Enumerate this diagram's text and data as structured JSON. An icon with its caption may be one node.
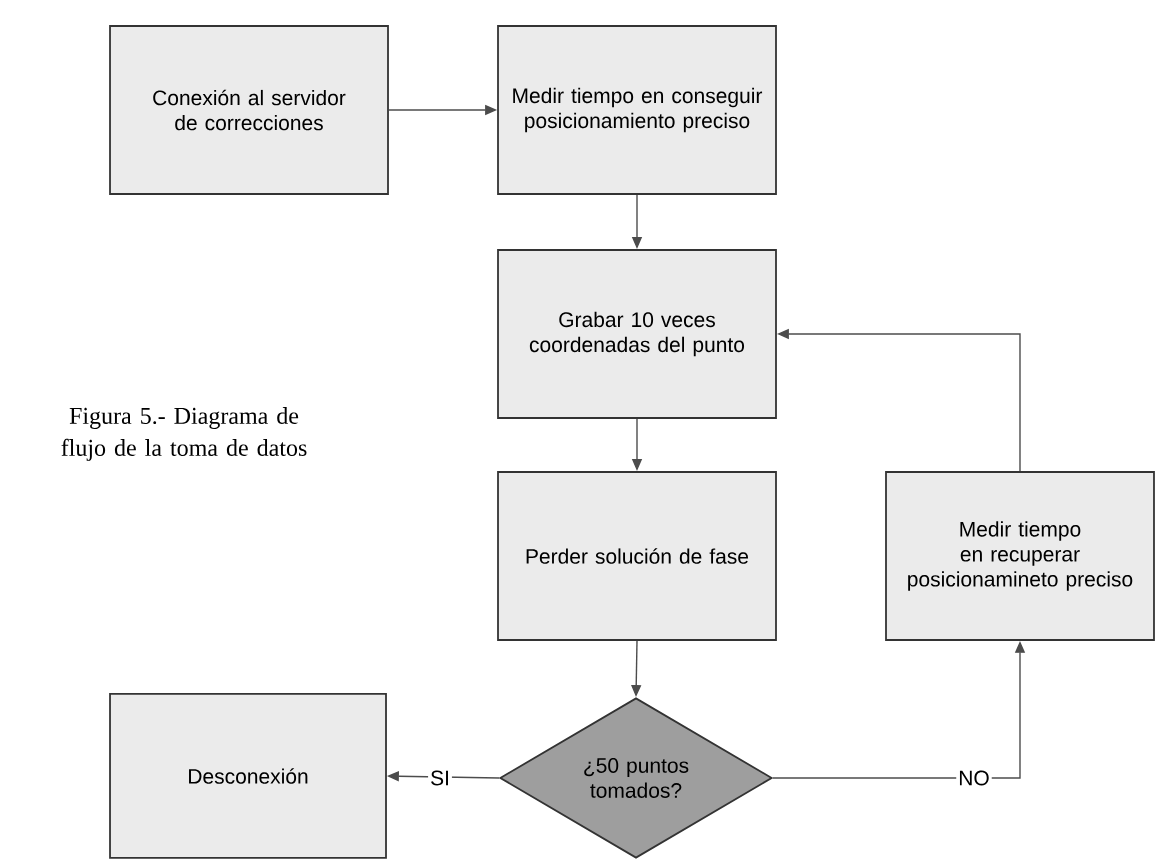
{
  "diagram": {
    "caption": "Figura 5.- Diagrama de flujo de la toma de datos",
    "nodes": [
      {
        "text": [
          "Conexión al servidor de correcciones"
        ]
      },
      {
        "text": [
          "Medir tiempo en conseguir posicionamiento preciso"
        ]
      },
      {
        "text": [
          "Grabar 10 veces coordenadas del punto"
        ]
      },
      {
        "text": [
          "Perder solución de fase"
        ]
      },
      {
        "text": [
          "¿50 puntos tomados?"
        ]
      },
      {
        "text": [
          "Medir tiempo en recuperar posicionamineto preciso"
        ]
      },
      {
        "text": [
          "Desconexión"
        ]
      }
    ],
    "edges": [
      {
        "from": 0,
        "to": 1,
        "arrow": "to"
      },
      {
        "from": 1,
        "to": 2,
        "arrow": "to"
      },
      {
        "from": 2,
        "to": 3,
        "arrow": "to"
      },
      {
        "from": 3,
        "to": 4,
        "arrow": "to"
      },
      {
        "from": 4,
        "to": 6,
        "arrow": "to",
        "label": "SI"
      },
      {
        "from": 4,
        "to": 5,
        "arrow": "to",
        "label": "NO"
      },
      {
        "from": 5,
        "to": 2,
        "arrow": "to"
      }
    ]
  }
}
